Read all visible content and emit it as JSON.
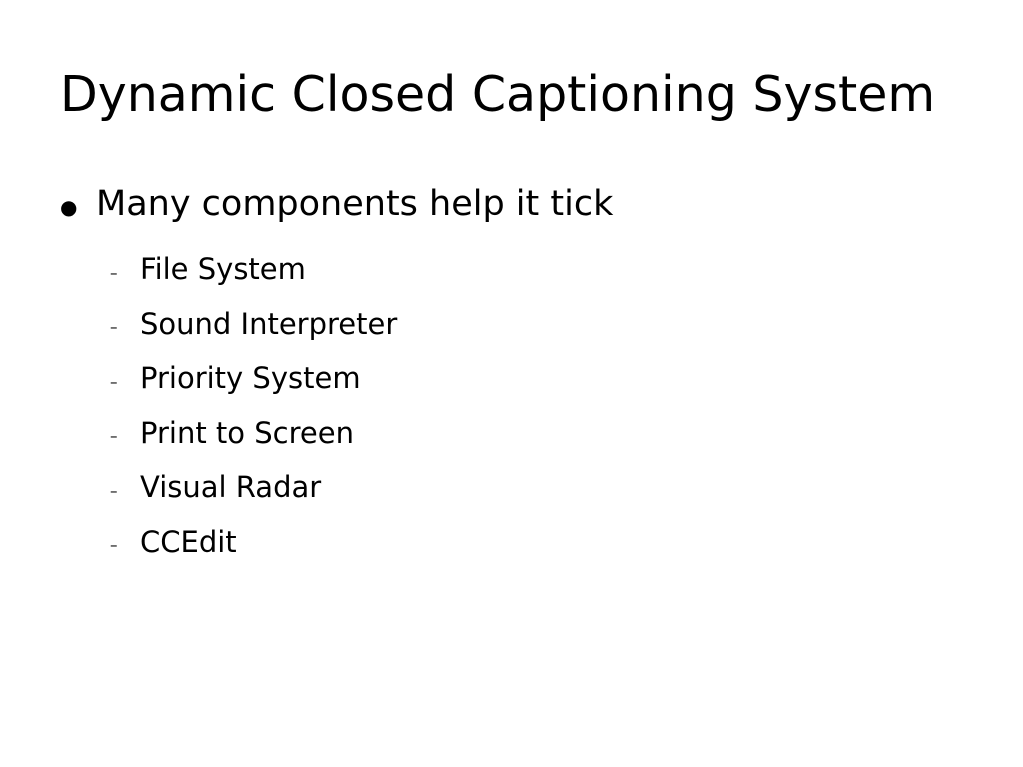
{
  "slide": {
    "title": "Dynamic Closed Captioning System",
    "bullet": {
      "marker": "●",
      "text": "Many components help it tick"
    },
    "sub_marker": "–",
    "sub_items": [
      "File System",
      "Sound Interpreter",
      "Priority System",
      "Print to Screen",
      "Visual Radar",
      "CCEdit"
    ]
  }
}
